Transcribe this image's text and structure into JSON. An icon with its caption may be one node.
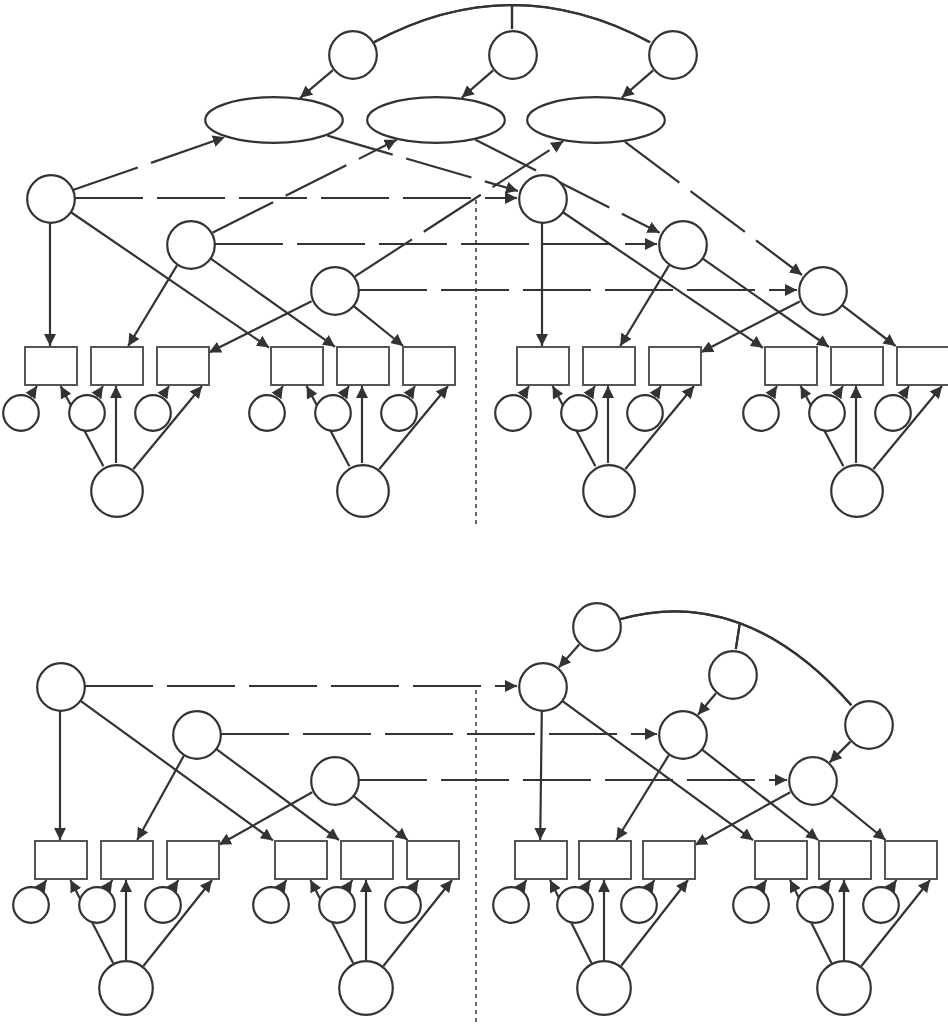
{
  "diagram": {
    "nodes": [
      {
        "text": [],
        "shape": "circle"
      },
      {
        "text": [],
        "shape": "circle"
      },
      {
        "text": [],
        "shape": "circle"
      },
      {
        "text": [],
        "shape": "ellipse"
      },
      {
        "text": [],
        "shape": "ellipse"
      },
      {
        "text": [],
        "shape": "ellipse"
      },
      {
        "text": [],
        "shape": "circle"
      },
      {
        "text": [],
        "shape": "circle"
      },
      {
        "text": [],
        "shape": "circle"
      },
      {
        "text": [],
        "shape": "circle"
      },
      {
        "text": [],
        "shape": "circle"
      },
      {
        "text": [],
        "shape": "circle"
      },
      {
        "text": [],
        "shape": "box"
      },
      {
        "text": [],
        "shape": "box"
      },
      {
        "text": [],
        "shape": "box"
      },
      {
        "text": [],
        "shape": "box"
      },
      {
        "text": [],
        "shape": "box"
      },
      {
        "text": [],
        "shape": "box"
      },
      {
        "text": [],
        "shape": "box"
      },
      {
        "text": [],
        "shape": "box"
      },
      {
        "text": [],
        "shape": "box"
      },
      {
        "text": [],
        "shape": "box"
      },
      {
        "text": [],
        "shape": "box"
      },
      {
        "text": [],
        "shape": "box"
      },
      {
        "text": [],
        "shape": "circle"
      },
      {
        "text": [],
        "shape": "circle"
      },
      {
        "text": [],
        "shape": "circle"
      },
      {
        "text": [],
        "shape": "circle"
      },
      {
        "text": [],
        "shape": "circle"
      },
      {
        "text": [],
        "shape": "circle"
      },
      {
        "text": [],
        "shape": "circle"
      },
      {
        "text": [],
        "shape": "circle"
      },
      {
        "text": [],
        "shape": "circle"
      },
      {
        "text": [],
        "shape": "circle"
      },
      {
        "text": [],
        "shape": "circle"
      },
      {
        "text": [],
        "shape": "circle"
      },
      {
        "text": [],
        "shape": "circle"
      },
      {
        "text": [],
        "shape": "circle"
      },
      {
        "text": [],
        "shape": "circle"
      },
      {
        "text": [],
        "shape": "circle"
      },
      {
        "text": [],
        "shape": "circle"
      },
      {
        "text": [],
        "shape": "circle"
      },
      {
        "text": [],
        "shape": "circle"
      },
      {
        "text": [],
        "shape": "circle"
      },
      {
        "text": [],
        "shape": "circle"
      },
      {
        "text": [],
        "shape": "circle"
      },
      {
        "text": [],
        "shape": "circle"
      },
      {
        "text": [],
        "shape": "circle"
      },
      {
        "text": [],
        "shape": "circle"
      },
      {
        "text": [],
        "shape": "box"
      },
      {
        "text": [],
        "shape": "box"
      },
      {
        "text": [],
        "shape": "box"
      },
      {
        "text": [],
        "shape": "box"
      },
      {
        "text": [],
        "shape": "box"
      },
      {
        "text": [],
        "shape": "box"
      },
      {
        "text": [],
        "shape": "box"
      },
      {
        "text": [],
        "shape": "box"
      },
      {
        "text": [],
        "shape": "box"
      },
      {
        "text": [],
        "shape": "box"
      },
      {
        "text": [],
        "shape": "box"
      },
      {
        "text": [],
        "shape": "box"
      },
      {
        "text": [],
        "shape": "circle"
      },
      {
        "text": [],
        "shape": "circle"
      },
      {
        "text": [],
        "shape": "circle"
      },
      {
        "text": [],
        "shape": "circle"
      },
      {
        "text": [],
        "shape": "circle"
      },
      {
        "text": [],
        "shape": "circle"
      },
      {
        "text": [],
        "shape": "circle"
      },
      {
        "text": [],
        "shape": "circle"
      },
      {
        "text": [],
        "shape": "circle"
      },
      {
        "text": [],
        "shape": "circle"
      },
      {
        "text": [],
        "shape": "circle"
      },
      {
        "text": [],
        "shape": "circle"
      },
      {
        "text": [],
        "shape": "circle"
      },
      {
        "text": [],
        "shape": "circle"
      },
      {
        "text": [],
        "shape": "circle"
      },
      {
        "text": [],
        "shape": "circle"
      }
    ],
    "edges": [
      {
        "from": 0,
        "to": 1,
        "arrow": "none"
      },
      {
        "from": 1,
        "to": 2,
        "arrow": "none"
      },
      {
        "from": 0,
        "to": 2,
        "arrow": "none"
      },
      {
        "from": 0,
        "to": 3,
        "arrow": "to"
      },
      {
        "from": 1,
        "to": 4,
        "arrow": "to"
      },
      {
        "from": 2,
        "to": 5,
        "arrow": "to"
      },
      {
        "from": 6,
        "to": 3,
        "arrow": "to",
        "style": "dashed"
      },
      {
        "from": 8,
        "to": 4,
        "arrow": "to",
        "style": "dashed"
      },
      {
        "from": 10,
        "to": 5,
        "arrow": "to",
        "style": "dashed"
      },
      {
        "from": 3,
        "to": 7,
        "arrow": "to",
        "style": "dashed"
      },
      {
        "from": 4,
        "to": 9,
        "arrow": "to",
        "style": "dashed"
      },
      {
        "from": 5,
        "to": 11,
        "arrow": "to",
        "style": "dashed"
      },
      {
        "from": 6,
        "to": 7,
        "arrow": "to",
        "style": "dashed"
      },
      {
        "from": 8,
        "to": 9,
        "arrow": "to",
        "style": "dashed"
      },
      {
        "from": 10,
        "to": 11,
        "arrow": "to",
        "style": "dashed"
      },
      {
        "from": 6,
        "to": 12,
        "arrow": "to"
      },
      {
        "from": 6,
        "to": 15,
        "arrow": "to"
      },
      {
        "from": 8,
        "to": 13,
        "arrow": "to"
      },
      {
        "from": 8,
        "to": 16,
        "arrow": "to"
      },
      {
        "from": 10,
        "to": 14,
        "arrow": "to"
      },
      {
        "from": 10,
        "to": 17,
        "arrow": "to"
      },
      {
        "from": 7,
        "to": 18,
        "arrow": "to"
      },
      {
        "from": 7,
        "to": 21,
        "arrow": "to"
      },
      {
        "from": 9,
        "to": 19,
        "arrow": "to"
      },
      {
        "from": 9,
        "to": 22,
        "arrow": "to"
      },
      {
        "from": 11,
        "to": 20,
        "arrow": "to"
      },
      {
        "from": 11,
        "to": 23,
        "arrow": "to"
      },
      {
        "from": 24,
        "to": 12,
        "arrow": "to"
      },
      {
        "from": 25,
        "to": 13,
        "arrow": "to"
      },
      {
        "from": 26,
        "to": 14,
        "arrow": "to"
      },
      {
        "from": 27,
        "to": 15,
        "arrow": "to"
      },
      {
        "from": 28,
        "to": 16,
        "arrow": "to"
      },
      {
        "from": 29,
        "to": 17,
        "arrow": "to"
      },
      {
        "from": 30,
        "to": 18,
        "arrow": "to"
      },
      {
        "from": 31,
        "to": 19,
        "arrow": "to"
      },
      {
        "from": 32,
        "to": 20,
        "arrow": "to"
      },
      {
        "from": 33,
        "to": 21,
        "arrow": "to"
      },
      {
        "from": 34,
        "to": 22,
        "arrow": "to"
      },
      {
        "from": 35,
        "to": 23,
        "arrow": "to"
      },
      {
        "from": 36,
        "to": 12,
        "arrow": "to"
      },
      {
        "from": 36,
        "to": 13,
        "arrow": "to"
      },
      {
        "from": 36,
        "to": 14,
        "arrow": "to"
      },
      {
        "from": 37,
        "to": 15,
        "arrow": "to"
      },
      {
        "from": 37,
        "to": 16,
        "arrow": "to"
      },
      {
        "from": 37,
        "to": 17,
        "arrow": "to"
      },
      {
        "from": 38,
        "to": 18,
        "arrow": "to"
      },
      {
        "from": 38,
        "to": 19,
        "arrow": "to"
      },
      {
        "from": 38,
        "to": 20,
        "arrow": "to"
      },
      {
        "from": 39,
        "to": 21,
        "arrow": "to"
      },
      {
        "from": 39,
        "to": 22,
        "arrow": "to"
      },
      {
        "from": 39,
        "to": 23,
        "arrow": "to"
      },
      {
        "from": 40,
        "to": 41,
        "arrow": "none"
      },
      {
        "from": 41,
        "to": 42,
        "arrow": "none"
      },
      {
        "from": 40,
        "to": 42,
        "arrow": "none"
      },
      {
        "from": 40,
        "to": 44,
        "arrow": "to"
      },
      {
        "from": 41,
        "to": 46,
        "arrow": "to"
      },
      {
        "from": 42,
        "to": 48,
        "arrow": "to"
      },
      {
        "from": 43,
        "to": 44,
        "arrow": "to",
        "style": "dashed"
      },
      {
        "from": 45,
        "to": 46,
        "arrow": "to",
        "style": "dashed"
      },
      {
        "from": 47,
        "to": 48,
        "arrow": "to",
        "style": "dashed"
      },
      {
        "from": 43,
        "to": 49,
        "arrow": "to"
      },
      {
        "from": 43,
        "to": 52,
        "arrow": "to"
      },
      {
        "from": 45,
        "to": 50,
        "arrow": "to"
      },
      {
        "from": 45,
        "to": 53,
        "arrow": "to"
      },
      {
        "from": 47,
        "to": 51,
        "arrow": "to"
      },
      {
        "from": 47,
        "to": 54,
        "arrow": "to"
      },
      {
        "from": 44,
        "to": 55,
        "arrow": "to"
      },
      {
        "from": 44,
        "to": 58,
        "arrow": "to"
      },
      {
        "from": 46,
        "to": 56,
        "arrow": "to"
      },
      {
        "from": 46,
        "to": 59,
        "arrow": "to"
      },
      {
        "from": 48,
        "to": 57,
        "arrow": "to"
      },
      {
        "from": 48,
        "to": 60,
        "arrow": "to"
      },
      {
        "from": 61,
        "to": 49,
        "arrow": "to"
      },
      {
        "from": 62,
        "to": 50,
        "arrow": "to"
      },
      {
        "from": 63,
        "to": 51,
        "arrow": "to"
      },
      {
        "from": 64,
        "to": 52,
        "arrow": "to"
      },
      {
        "from": 65,
        "to": 53,
        "arrow": "to"
      },
      {
        "from": 66,
        "to": 54,
        "arrow": "to"
      },
      {
        "from": 67,
        "to": 55,
        "arrow": "to"
      },
      {
        "from": 68,
        "to": 56,
        "arrow": "to"
      },
      {
        "from": 69,
        "to": 57,
        "arrow": "to"
      },
      {
        "from": 70,
        "to": 58,
        "arrow": "to"
      },
      {
        "from": 71,
        "to": 59,
        "arrow": "to"
      },
      {
        "from": 72,
        "to": 60,
        "arrow": "to"
      },
      {
        "from": 73,
        "to": 49,
        "arrow": "to"
      },
      {
        "from": 73,
        "to": 50,
        "arrow": "to"
      },
      {
        "from": 73,
        "to": 51,
        "arrow": "to"
      },
      {
        "from": 74,
        "to": 52,
        "arrow": "to"
      },
      {
        "from": 74,
        "to": 53,
        "arrow": "to"
      },
      {
        "from": 74,
        "to": 54,
        "arrow": "to"
      },
      {
        "from": 75,
        "to": 55,
        "arrow": "to"
      },
      {
        "from": 75,
        "to": 56,
        "arrow": "to"
      },
      {
        "from": 75,
        "to": 57,
        "arrow": "to"
      },
      {
        "from": 76,
        "to": 58,
        "arrow": "to"
      },
      {
        "from": 76,
        "to": 59,
        "arrow": "to"
      },
      {
        "from": 76,
        "to": 60,
        "arrow": "to"
      }
    ]
  }
}
